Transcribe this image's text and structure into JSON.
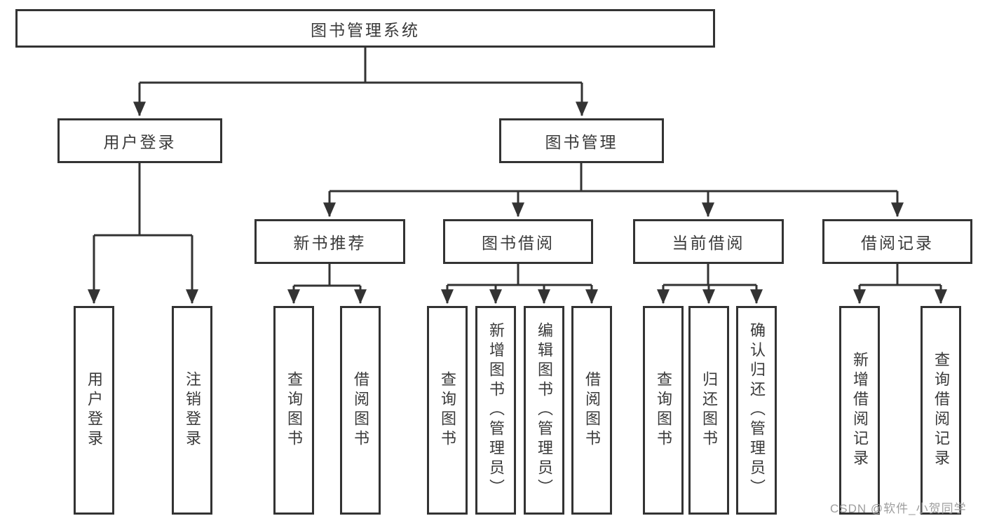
{
  "diagram": {
    "root": {
      "label": "图书管理系统"
    },
    "branches": [
      {
        "label": "用户登录",
        "children": [
          {
            "label": "用户登录"
          },
          {
            "label": "注销登录"
          }
        ]
      },
      {
        "label": "图书管理",
        "children": [
          {
            "label": "新书推荐",
            "children": [
              {
                "label": "查询图书"
              },
              {
                "label": "借阅图书"
              }
            ]
          },
          {
            "label": "图书借阅",
            "children": [
              {
                "label": "查询图书"
              },
              {
                "label": "新增图书（管理员）"
              },
              {
                "label": "编辑图书（管理员）"
              },
              {
                "label": "借阅图书"
              }
            ]
          },
          {
            "label": "当前借阅",
            "children": [
              {
                "label": "查询图书"
              },
              {
                "label": "归还图书"
              },
              {
                "label": "确认归还（管理员）"
              }
            ]
          },
          {
            "label": "借阅记录",
            "children": [
              {
                "label": "新增借阅记录"
              },
              {
                "label": "查询借阅记录"
              }
            ]
          }
        ]
      }
    ]
  },
  "watermark": "CSDN @软件_小贺同学",
  "colors": {
    "line": "#333333",
    "text": "#3a3a3a",
    "watermark": "#9e9e9e"
  }
}
